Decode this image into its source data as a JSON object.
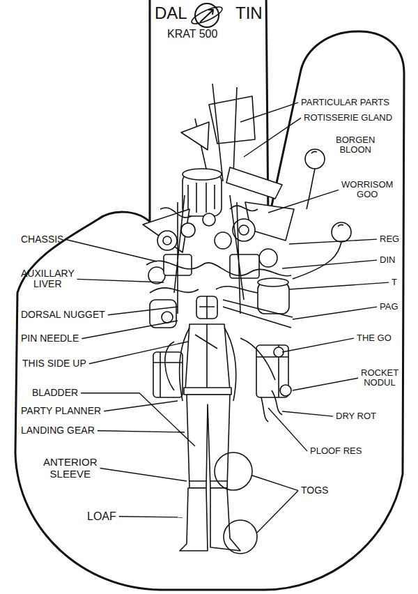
{
  "diagram": {
    "labels": [
      "DAL",
      "TIN",
      "KRAT 500",
      "PARTICULAR PARTS",
      "ROTISSERIE GLAND",
      "BORGEN BLOON",
      "WORRISOM GOO",
      "REG",
      "DIN",
      "T",
      "PAG",
      "THE GO",
      "ROCKET NODUL",
      "DRY ROT",
      "PLOOF RES",
      "TOGS",
      "CHASSIS",
      "AUXILLARY LIVER",
      "DORSAL NUGGET",
      "PIN NEEDLE",
      "THIS SIDE UP",
      "BLADDER",
      "PARTY PLANNER",
      "LANDING GEAR",
      "ANTERIOR SLEEVE",
      "LOAF"
    ]
  }
}
